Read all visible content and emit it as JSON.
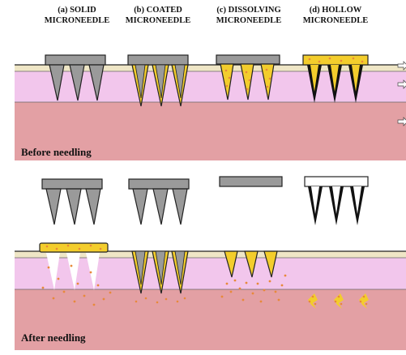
{
  "title_lines": {
    "solid": [
      "(a) SOLID",
      "MICRONEEDLE"
    ],
    "coated": [
      "(b) COATED",
      "MICRONEEDLE"
    ],
    "dissolving": [
      "(c) DISSOLVING",
      "MICRONEEDLE"
    ],
    "hollow": [
      "(d) HOLLOW",
      "MICRONEEDLE"
    ]
  },
  "captions": {
    "before": "Before needling",
    "after": "After needling"
  },
  "colors": {
    "stratum_corneum": "#efe6c6",
    "epidermis": "#f2c6ec",
    "dermis": "#e3a0a4",
    "needle_gray": "#9a9a9a",
    "drug_yellow": "#f3cd2c",
    "drug_dot": "#e8893a"
  }
}
